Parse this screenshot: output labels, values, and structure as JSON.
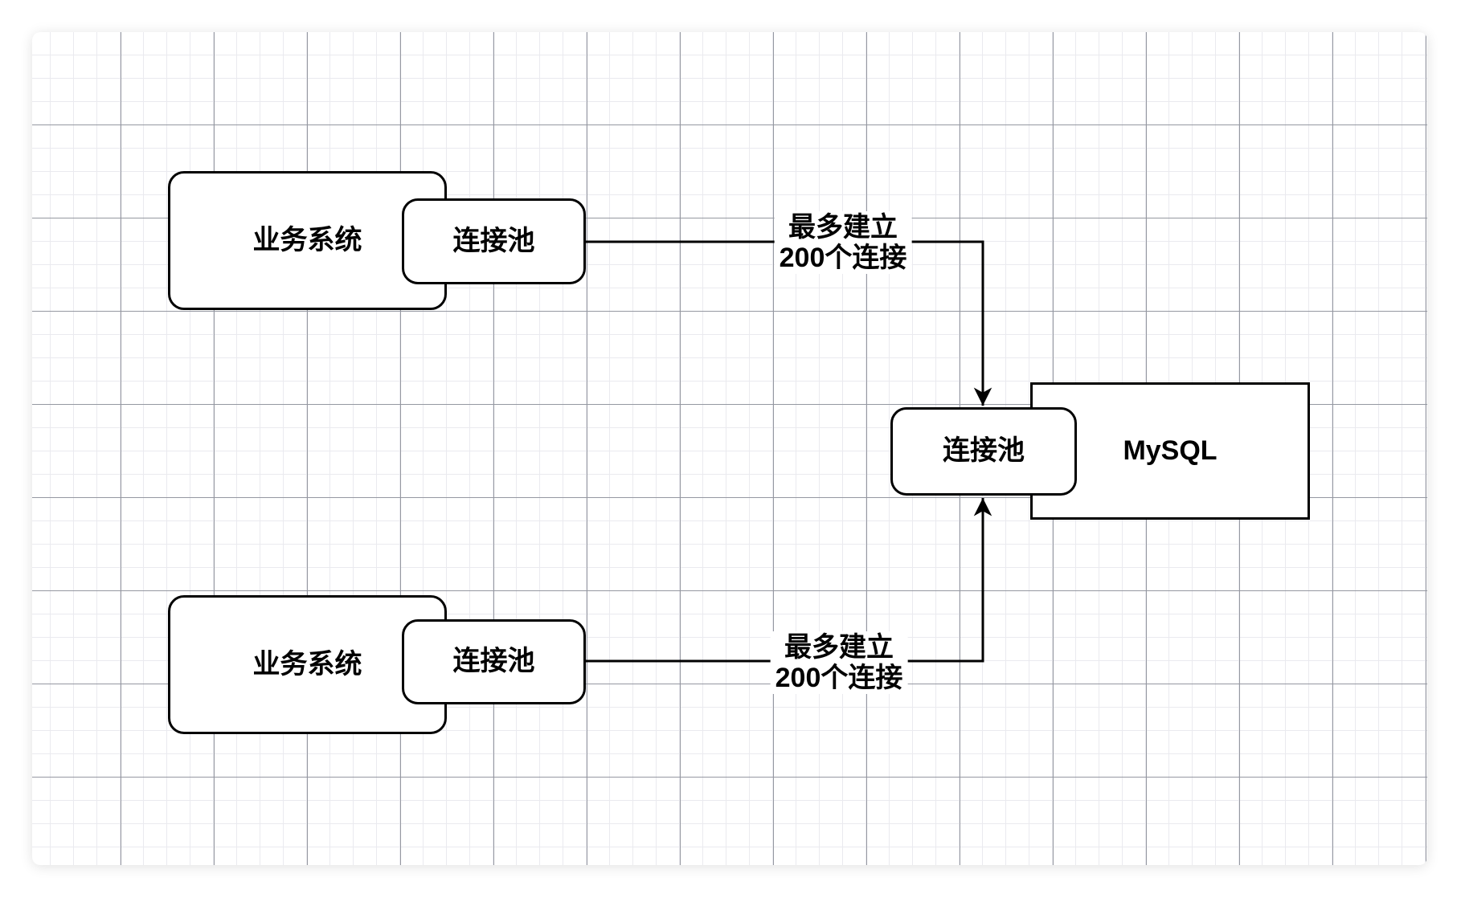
{
  "page": {
    "background": "#ffffff",
    "grid_minor_color": "#eaeaef",
    "grid_major_color": "#9598a1",
    "shape_stroke_color": "#000000",
    "shape_fill_color": "#ffffff",
    "text_color": "#000000"
  },
  "nodes": {
    "biz1": {
      "label": "业务系统"
    },
    "pool1": {
      "label": "连接池"
    },
    "biz2": {
      "label": "业务系统"
    },
    "pool2": {
      "label": "连接池"
    },
    "mysql": {
      "label": "MySQL"
    },
    "poolm": {
      "label": "连接池"
    }
  },
  "edges": {
    "top": {
      "line1": "最多建立",
      "line2": "200个连接"
    },
    "bottom": {
      "line1": "最多建立",
      "line2": "200个连接"
    }
  }
}
